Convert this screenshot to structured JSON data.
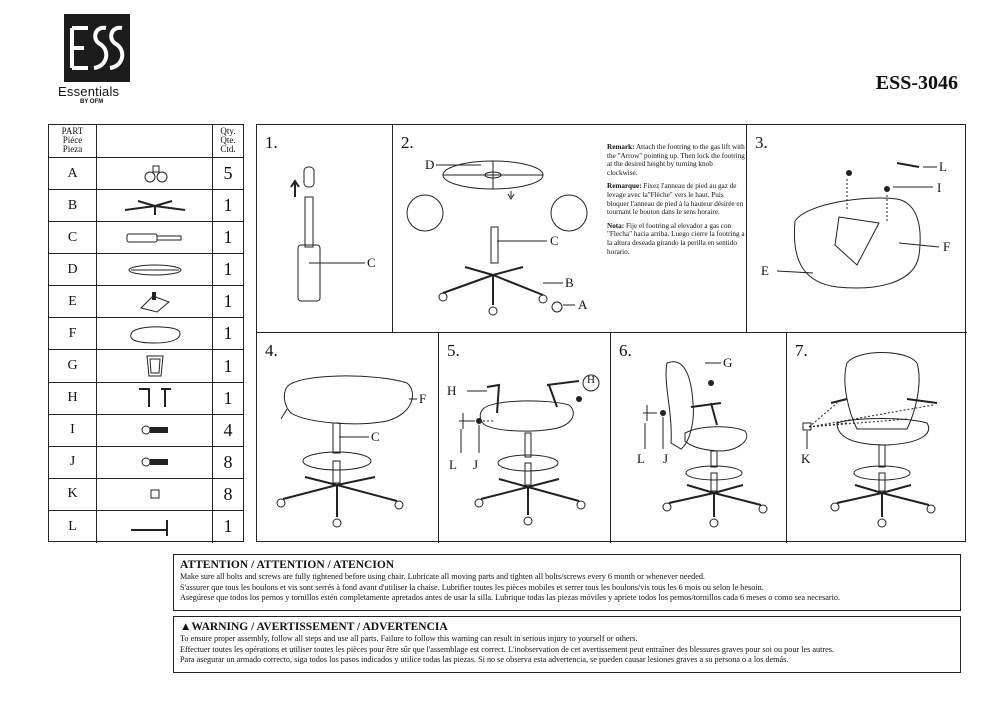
{
  "logo": {
    "name": "Essentials",
    "sub": "BY OFM"
  },
  "model": "ESS-3046",
  "parts_header": {
    "part": [
      "PART",
      "Piéce",
      "Pieza"
    ],
    "qty": [
      "Qty.",
      "Qte.",
      "Ctd."
    ]
  },
  "parts": [
    {
      "id": "A",
      "qty": "5",
      "icon": "caster-icon"
    },
    {
      "id": "B",
      "qty": "1",
      "icon": "base-icon"
    },
    {
      "id": "C",
      "qty": "1",
      "icon": "gas-lift-icon"
    },
    {
      "id": "D",
      "qty": "1",
      "icon": "footring-icon"
    },
    {
      "id": "E",
      "qty": "1",
      "icon": "mechanism-icon"
    },
    {
      "id": "F",
      "qty": "1",
      "icon": "seat-icon"
    },
    {
      "id": "G",
      "qty": "1",
      "icon": "back-icon"
    },
    {
      "id": "H",
      "qty": "1",
      "icon": "armrest-icon"
    },
    {
      "id": "I",
      "qty": "4",
      "icon": "bolt-icon"
    },
    {
      "id": "J",
      "qty": "8",
      "icon": "bolt-icon"
    },
    {
      "id": "K",
      "qty": "8",
      "icon": "cap-icon"
    },
    {
      "id": "L",
      "qty": "1",
      "icon": "allen-key-icon"
    }
  ],
  "steps": [
    {
      "num": "1.",
      "labels": [
        "C"
      ]
    },
    {
      "num": "2.",
      "labels": [
        "D",
        "C",
        "B",
        "A"
      ]
    },
    {
      "num": "3.",
      "labels": [
        "L",
        "I",
        "F",
        "E"
      ]
    },
    {
      "num": "4.",
      "labels": [
        "F",
        "C"
      ]
    },
    {
      "num": "5.",
      "labels": [
        "H",
        "H",
        "L",
        "J"
      ]
    },
    {
      "num": "6.",
      "labels": [
        "G",
        "L",
        "J"
      ]
    },
    {
      "num": "7.",
      "labels": [
        "K"
      ]
    }
  ],
  "remark": {
    "en_title": "Remark:",
    "en": "Attach the footring to the gas lift with the \"Arrow\" pointing up. Then lock the footring at the desired height by turning knob clockwise.",
    "fr_title": "Remarque:",
    "fr": "Fixez l'anneau de pied au gaz de levage avec la\"Flèche\" vers le haut. Puis bloquer l'anneau de pied à la hauteur désirée en tournant le bouton dans le sens horaire.",
    "es_title": "Nota:",
    "es": "Fije el footring al elevador a gas con \"Flecha\" hacia arriba. Luego cierre la footring a la altura deseada girando la perilla en sentido horario."
  },
  "attention": {
    "title": "ATTENTION / ATTENTION / ATENCION",
    "lines": [
      "Make sure all bolts and screws are fully tightened before using chair. Lubricate all moving parts and tighten all bolts/screws every 6 month or whenever needed.",
      "S'assurer que tous les boulons et vis sont serrés à fond avant d'utiliser la chaise. Lubrifier toutes les pièces mobiles et serrer tous les boulons/vis tous les 6 mois ou selon le besoin.",
      "Asegúrese que todos los pernos y tornillos estén completamente apretados antes de usar la silla. Lubrique todas las piezas móviles y apriete todos los pemos/tornillos cada 6 meses o como sea necesario."
    ]
  },
  "warning": {
    "title": "▲WARNING / AVERTISSEMENT / ADVERTENCIA",
    "lines": [
      "To ensure proper assembly, follow all steps and use all parts. Failure to follow this warning can result in serious injury to yourself or others.",
      "Effectuer toutes les opérations et utiliser toutes les pièces pour être sûr que l'assemblage est correct. L'inobservation de cet avertissement peut entraîner des blessures graves pour soi ou pour les autres.",
      "Para asegurar un armado correcto, siga todos los pasos indicados y utilice todas las piezas. Si no se observa esta advertencia, se pueden causar lesiones graves a su persona o a los demás."
    ]
  }
}
